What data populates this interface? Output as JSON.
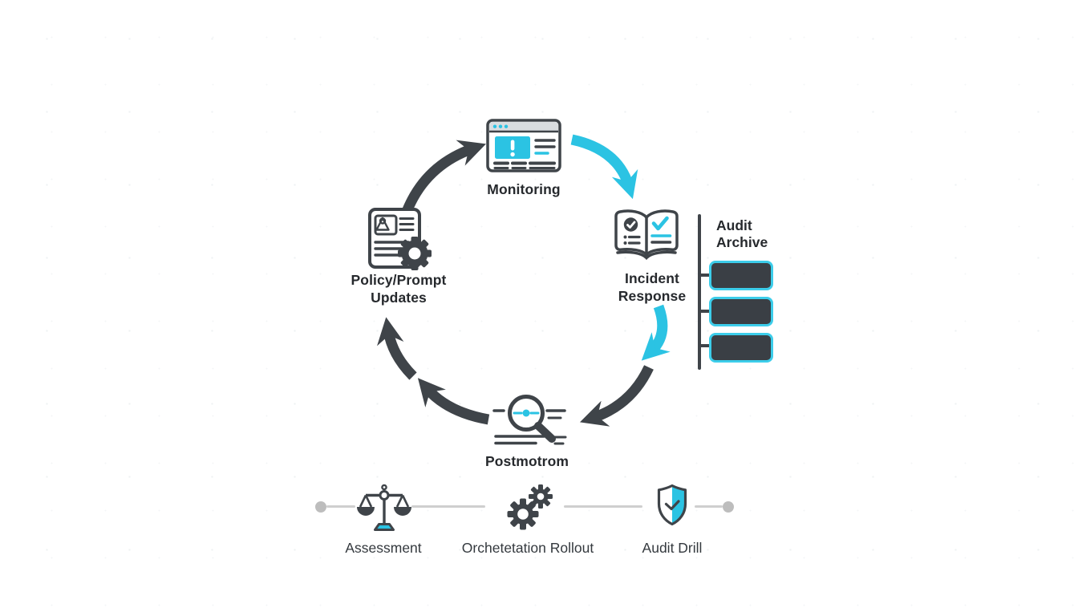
{
  "colors": {
    "accent": "#2BC3E3",
    "dark": "#3F4449",
    "archive_box_fill": "#3A3F45",
    "archive_box_border": "#3CCDEA",
    "timeline_line": "#CFCFCF",
    "timeline_dot": "#BDBDBD"
  },
  "cycle": {
    "nodes": [
      {
        "id": "monitoring",
        "label": "Monitoring",
        "icon": "browser-alert-icon"
      },
      {
        "id": "incident-response",
        "label": "Incident Response",
        "icon": "runbook-check-icon"
      },
      {
        "id": "postmortem",
        "label": "Postmotrom",
        "icon": "magnifier-report-icon"
      },
      {
        "id": "policy-prompt-updates",
        "label": "Policy/Prompt Updates",
        "icon": "document-gear-icon"
      }
    ],
    "arrows": [
      {
        "from": "policy-prompt-updates",
        "to": "monitoring",
        "color": "dark"
      },
      {
        "from": "monitoring",
        "to": "incident-response",
        "color": "accent"
      },
      {
        "from": "incident-response",
        "to": "postmortem",
        "colors": [
          "accent",
          "dark"
        ]
      },
      {
        "from": "postmortem",
        "to": "policy-prompt-updates",
        "colors": [
          "dark",
          "dark"
        ]
      }
    ]
  },
  "audit_archive": {
    "label": "Audit Archive",
    "box_count": 3
  },
  "timeline": {
    "items": [
      {
        "label": "Assessment",
        "icon": "scales-icon"
      },
      {
        "label": "Orchetetation Rollout",
        "icon": "gears-icon"
      },
      {
        "label": "Audit Drill",
        "icon": "shield-check-icon"
      }
    ]
  }
}
